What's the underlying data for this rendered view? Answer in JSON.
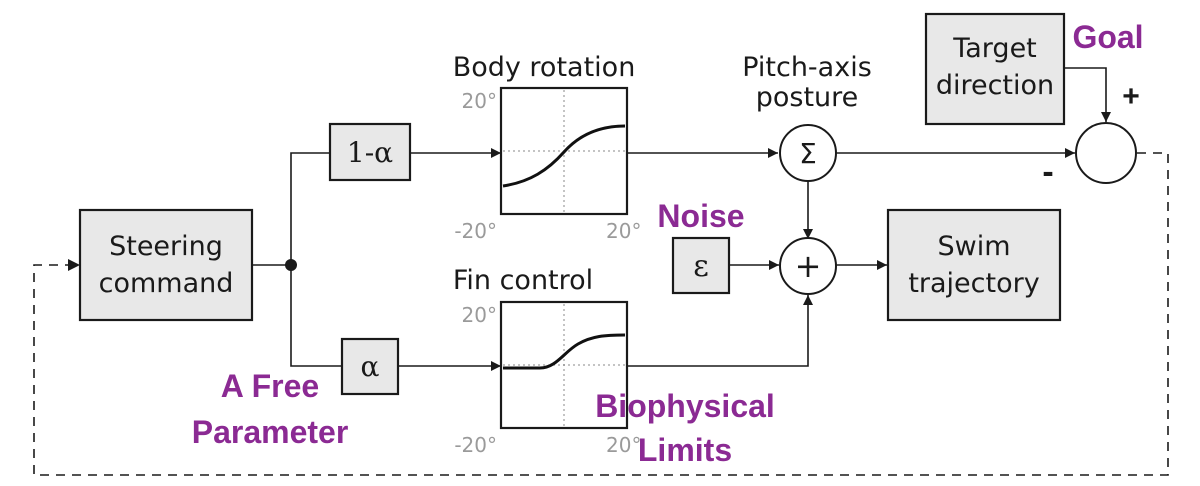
{
  "blocks": {
    "steering": [
      "Steering",
      "command"
    ],
    "target": [
      "Target",
      "direction"
    ],
    "swim": [
      "Swim",
      "trajectory"
    ],
    "gain_top": "1-α",
    "gain_bottom": "α",
    "noise": "ε"
  },
  "plots": {
    "body": {
      "title": "Body rotation",
      "y_max": "20°",
      "y_min": "-20°",
      "x_max": "20°"
    },
    "fin": {
      "title": "Fin control",
      "y_max": "20°",
      "y_min": "-20°",
      "x_max": "20°"
    }
  },
  "nodes": {
    "pitch_label": [
      "Pitch-axis",
      "posture"
    ],
    "sum_symbol": "Σ",
    "plus_symbol": "+",
    "compare_plus": "+",
    "compare_minus": "-"
  },
  "annotations": {
    "goal": "Goal",
    "noise": "Noise",
    "free_param": [
      "A Free",
      "Parameter"
    ],
    "biophys": [
      "Biophysical",
      "Limits"
    ]
  },
  "colors": {
    "annotation": "#8b2a93",
    "block_fill": "#e8e8e8"
  }
}
